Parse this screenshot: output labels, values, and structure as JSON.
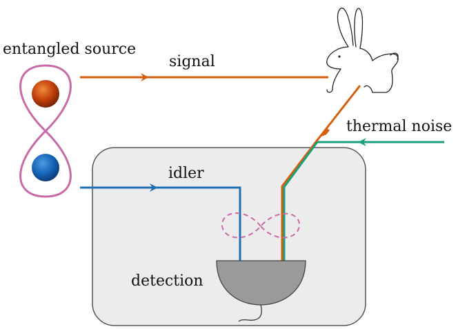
{
  "labels": {
    "source": "entangled source",
    "signal": "signal",
    "thermal_noise": "thermal noise",
    "idler": "idler",
    "detection": "detection"
  },
  "colors": {
    "signal": "#d35f0d",
    "idler": "#1f6fb0",
    "thermal_noise": "#17a07a",
    "source_loop": "#c86aa8",
    "signal_particle": "#c0400a",
    "idler_particle": "#1565b8",
    "detection_box_fill": "#ececec",
    "detection_box_stroke": "#555555",
    "detector_fill": "#9a9a9a",
    "interference_loop": "#c86aa8"
  },
  "icons": {
    "target": "rabbit-icon"
  }
}
